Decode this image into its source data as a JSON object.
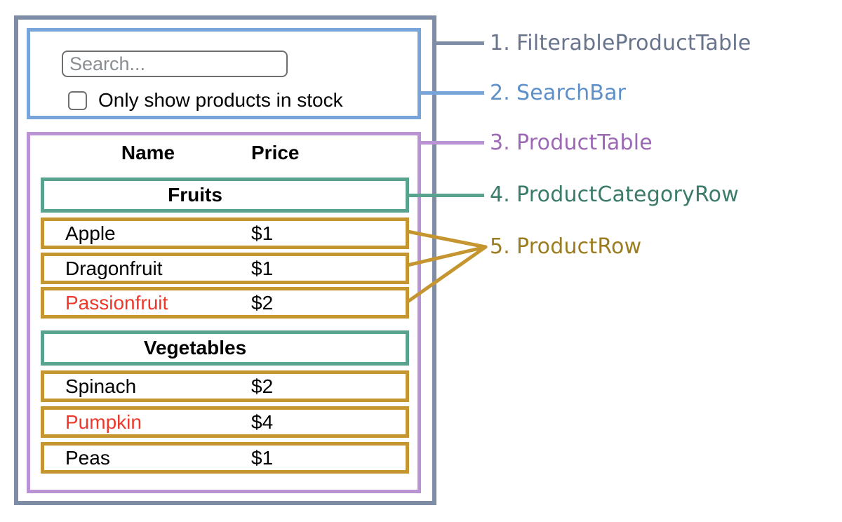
{
  "legend": {
    "items": [
      {
        "num": "1.",
        "name": "FilterableProductTable"
      },
      {
        "num": "2.",
        "name": "SearchBar"
      },
      {
        "num": "3.",
        "name": "ProductTable"
      },
      {
        "num": "4.",
        "name": "ProductCategoryRow"
      },
      {
        "num": "5.",
        "name": "ProductRow"
      }
    ]
  },
  "search": {
    "placeholder": "Search...",
    "checkbox_label": "Only show products in stock",
    "checkbox_checked": false
  },
  "table": {
    "headers": {
      "name": "Name",
      "price": "Price"
    },
    "sections": [
      {
        "category": "Fruits",
        "rows": [
          {
            "name": "Apple",
            "price": "$1",
            "red_text": false
          },
          {
            "name": "Dragonfruit",
            "price": "$1",
            "red_text": false
          },
          {
            "name": "Passionfruit",
            "price": "$2",
            "red_text": true
          }
        ]
      },
      {
        "category": "Vegetables",
        "rows": [
          {
            "name": "Spinach",
            "price": "$2",
            "red_text": false
          },
          {
            "name": "Pumpkin",
            "price": "$4",
            "red_text": true
          },
          {
            "name": "Peas",
            "price": "$1",
            "red_text": false
          }
        ]
      }
    ]
  },
  "colors": {
    "slate_border": "#7e8ca6",
    "slate_text": "#68738c",
    "blue_border": "#78a4da",
    "blue_text": "#5d8fc9",
    "purple_border": "#ba93d4",
    "purple_text": "#9c68b6",
    "teal_border": "#58a28e",
    "teal_text": "#3a7b6a",
    "gold_border": "#c5962f",
    "gold_text": "#9c7c20",
    "red": "#ee382b",
    "input_border": "#6f6f6f",
    "placeholder": "#8a8f94"
  }
}
